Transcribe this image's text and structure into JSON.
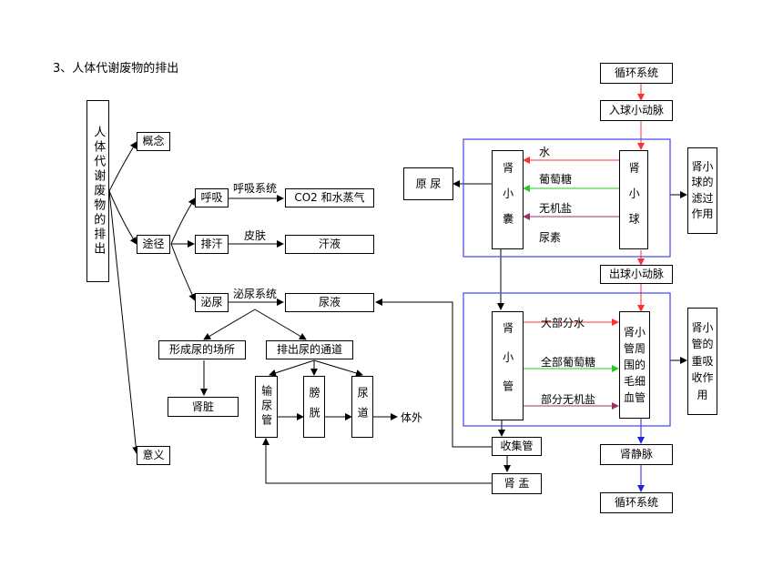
{
  "heading": "3、人体代谢废物的排出",
  "left": {
    "root": "人体代谢废物的排出",
    "concept": "概念",
    "pathway": "途径",
    "meaning": "意义",
    "breathe": "呼吸",
    "breathe_sys": "呼吸系统",
    "co2": "CO2 和水蒸气",
    "sweat": "排汗",
    "skin": "皮肤",
    "sweat_liquid": "汗液",
    "urinate": "泌尿",
    "urinary_sys": "泌尿系统",
    "urine": "尿液",
    "form_place": "形成尿的场所",
    "kidney": "肾脏",
    "channel": "排出尿的通道",
    "ureter": "输尿管",
    "bladder": "膀胱",
    "urethra": "尿道",
    "outside": "体外"
  },
  "right": {
    "circ_top": "循环系统",
    "afferent": "入球小动脉",
    "capsule": "肾小囊",
    "glomerulus": "肾小球",
    "water": "水",
    "glucose": "葡萄糖",
    "salt": "无机盐",
    "urea": "尿素",
    "primary_urine": "原 尿",
    "filter_fn": "肾小球的滤过作用",
    "efferent": "出球小动脉",
    "tubule": "肾小管",
    "capillary": "肾小管周围的毛细血管",
    "most_water": "大部分水",
    "all_glucose": "全部葡萄糖",
    "part_salt": "部分无机盐",
    "reabsorb_fn": "肾小管的重吸收作用",
    "collecting": "收集管",
    "renal_vein": "肾静脉",
    "circ_bottom": "循环系统",
    "pelvis": "肾 盂"
  },
  "colors": {
    "red": "#ff3030",
    "green": "#22cc22",
    "mauve": "#993366",
    "blue": "#2222dd",
    "frame": "#4444ee"
  }
}
